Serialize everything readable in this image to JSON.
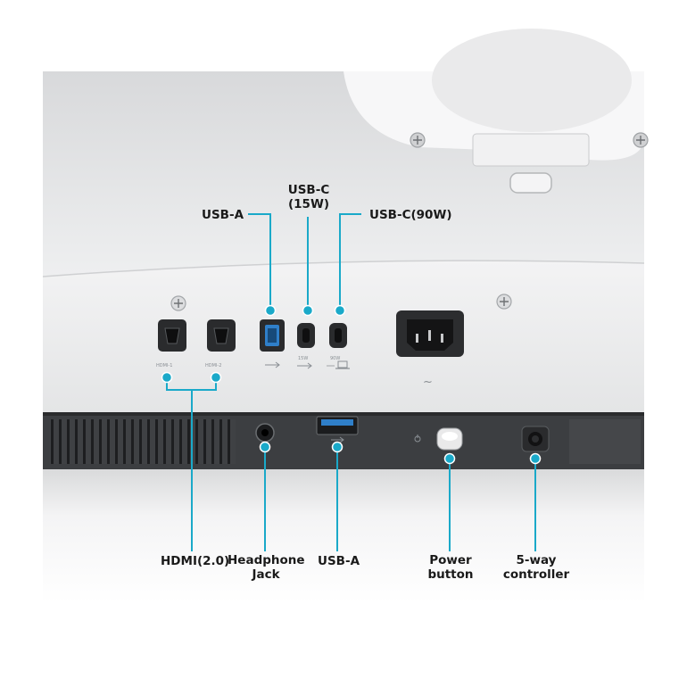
{
  "labels": {
    "usb_a_top": "USB-A",
    "usb_c_15w": "USB-C (15W)",
    "usb_c_90w": "USB-C(90W)",
    "hdmi": "HDMI(2.0)",
    "headphone": "Headphone Jack",
    "usb_a_bottom": "USB-A",
    "power": "Power button",
    "five_way": "5-way controller"
  },
  "port_markings": {
    "hdmi_1": "HDMI-1",
    "hdmi_2": "HDMI-2",
    "usb_c_15w": "15W",
    "usb_c_90w": "90W",
    "ac_symbol": "~"
  },
  "colors": {
    "callout": "#1aa9c9",
    "panel": "#e6e7e8",
    "bottom_bar": "#3c3e41",
    "label_text": "#1a1a1a"
  }
}
